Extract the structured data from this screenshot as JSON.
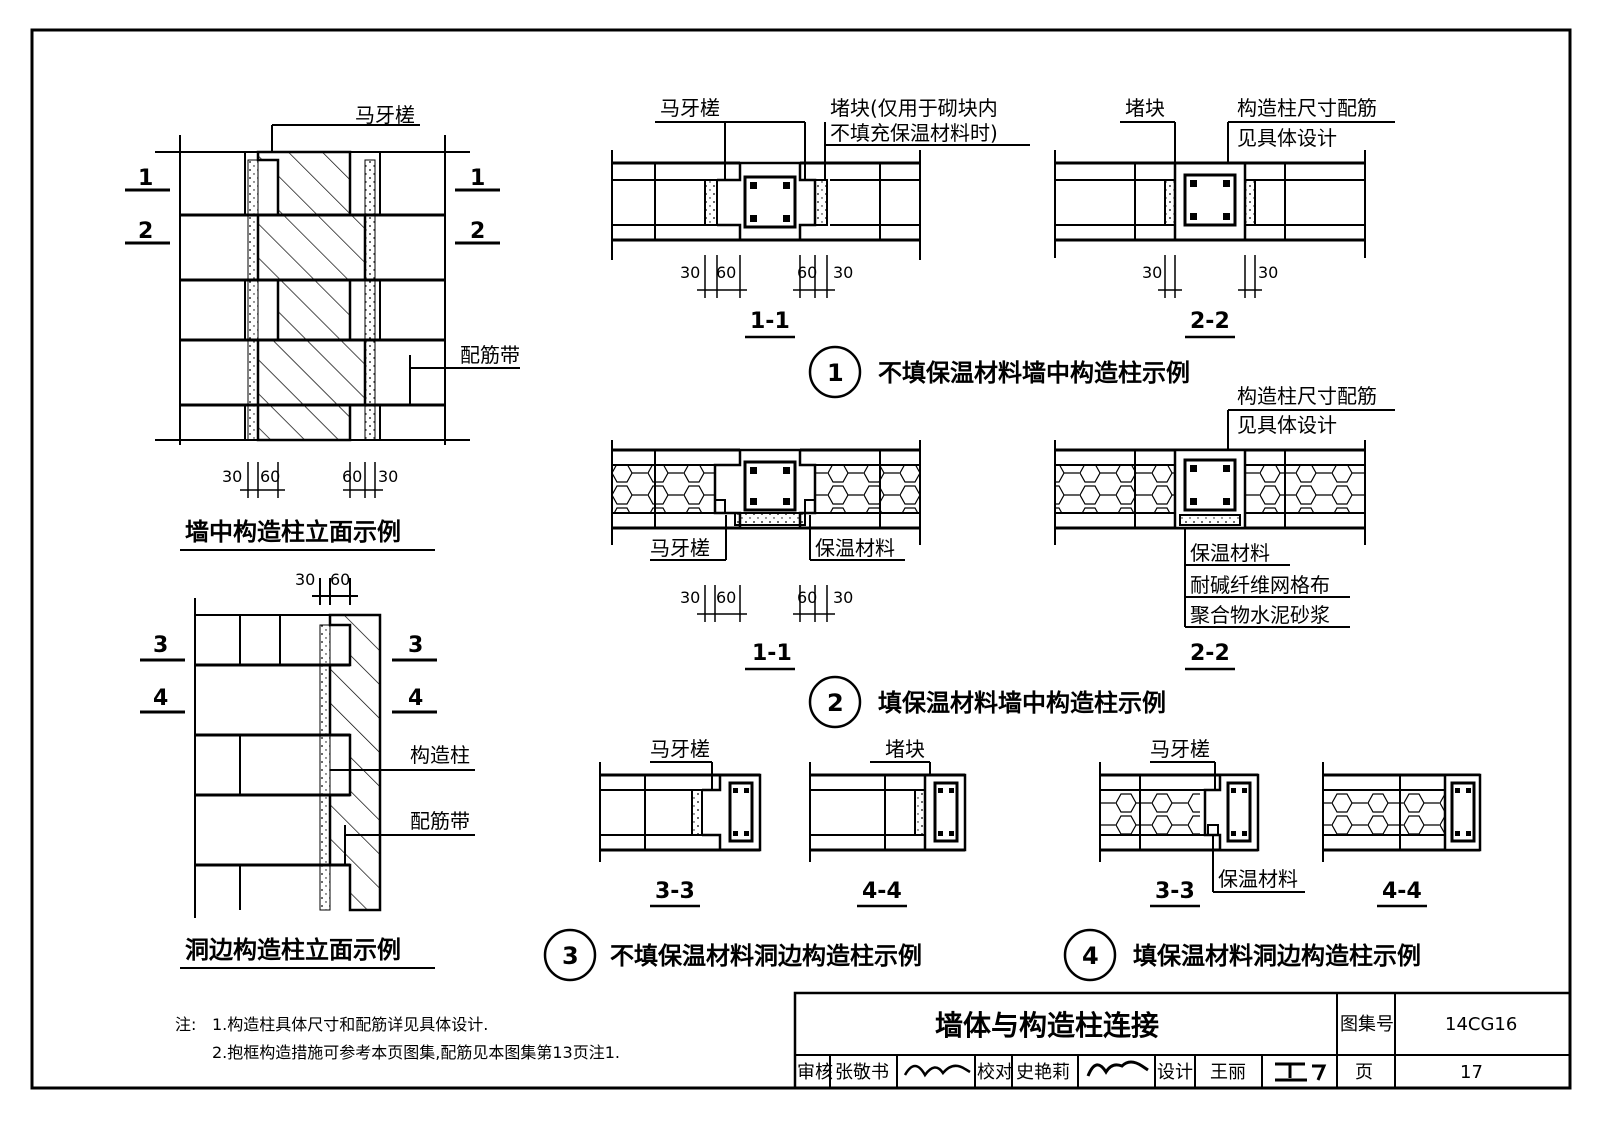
{
  "labels": {
    "ma_ya_cha": "马牙槎",
    "pei_jin_dai": "配筋带",
    "gou_zao_zhu": "构造柱",
    "du_kuai": "堵块",
    "du_kuai_note_1": "堵块(仅用于砌块内",
    "du_kuai_note_2": "不填充保温材料时)",
    "size_note_1": "构造柱尺寸配筋",
    "size_note_2": "见具体设计",
    "insulation": "保温材料",
    "mesh": "耐碱纤维网格布",
    "mortar": "聚合物水泥砂浆"
  },
  "dims": {
    "d30": "30",
    "d60": "60"
  },
  "section_marks": {
    "s1": "1",
    "s2": "2",
    "s3": "3",
    "s4": "4"
  },
  "section_titles": {
    "s11": "1-1",
    "s22": "2-2",
    "s33": "3-3",
    "s44": "4-4"
  },
  "captions": {
    "left_top": "墙中构造柱立面示例",
    "left_bottom": "洞边构造柱立面示例",
    "d1_no": "1",
    "d1": "不填保温材料墙中构造柱示例",
    "d2_no": "2",
    "d2": "填保温材料墙中构造柱示例",
    "d3_no": "3",
    "d3": "不填保温材料洞边构造柱示例",
    "d4_no": "4",
    "d4": "填保温材料洞边构造柱示例"
  },
  "notes": {
    "head": "注:",
    "n1": "1.构造柱具体尺寸和配筋详见具体设计.",
    "n2": "2.抱框构造措施可参考本页图集,配筋见本图集第13页注1."
  },
  "title_block": {
    "title": "墙体与构造柱连接",
    "atlas_label": "图集号",
    "atlas_no": "14CG16",
    "review_label": "审核",
    "reviewer": "张敬书",
    "check_label": "校对",
    "checker": "史艳莉",
    "design_label": "设计",
    "designer": "王丽",
    "page_label": "页",
    "page_no": "17"
  }
}
